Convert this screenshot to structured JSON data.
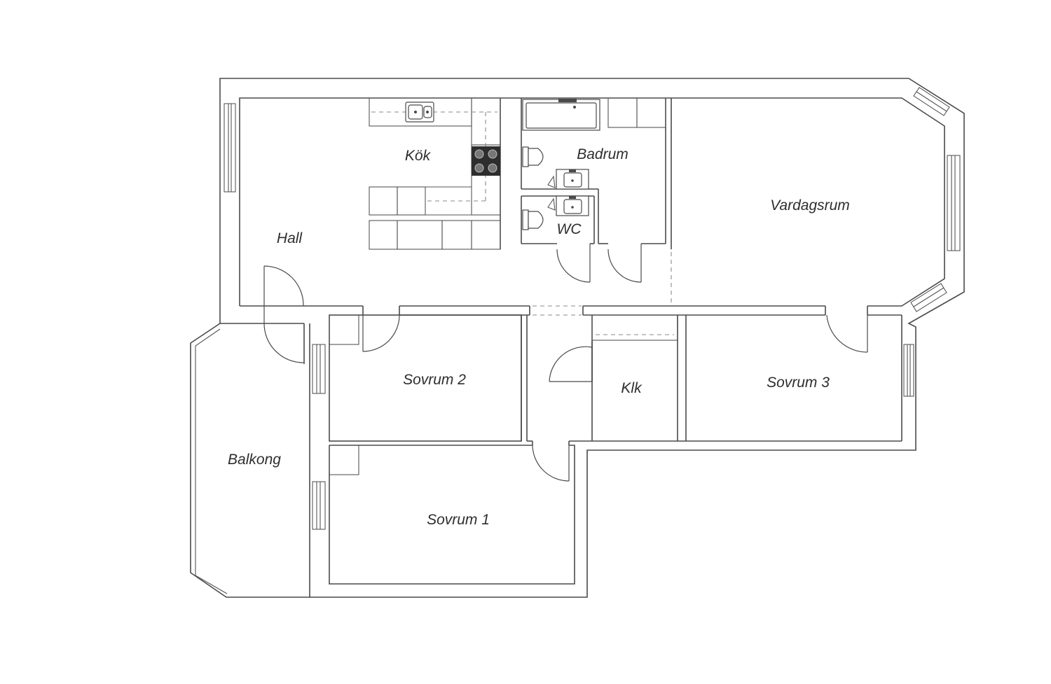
{
  "rooms": {
    "kok": "Kök",
    "badrum": "Badrum",
    "vardagsrum": "Vardagsrum",
    "hall": "Hall",
    "wc": "WC",
    "sovrum2": "Sovrum 2",
    "klk": "Klk",
    "sovrum3": "Sovrum 3",
    "balkong": "Balkong",
    "sovrum1": "Sovrum 1"
  },
  "fixtures": [
    "kitchen-sink-icon",
    "stove-icon",
    "bathtub-icon",
    "toilet-icon",
    "washbasin-icon",
    "door-swing-icon",
    "window-icon"
  ]
}
